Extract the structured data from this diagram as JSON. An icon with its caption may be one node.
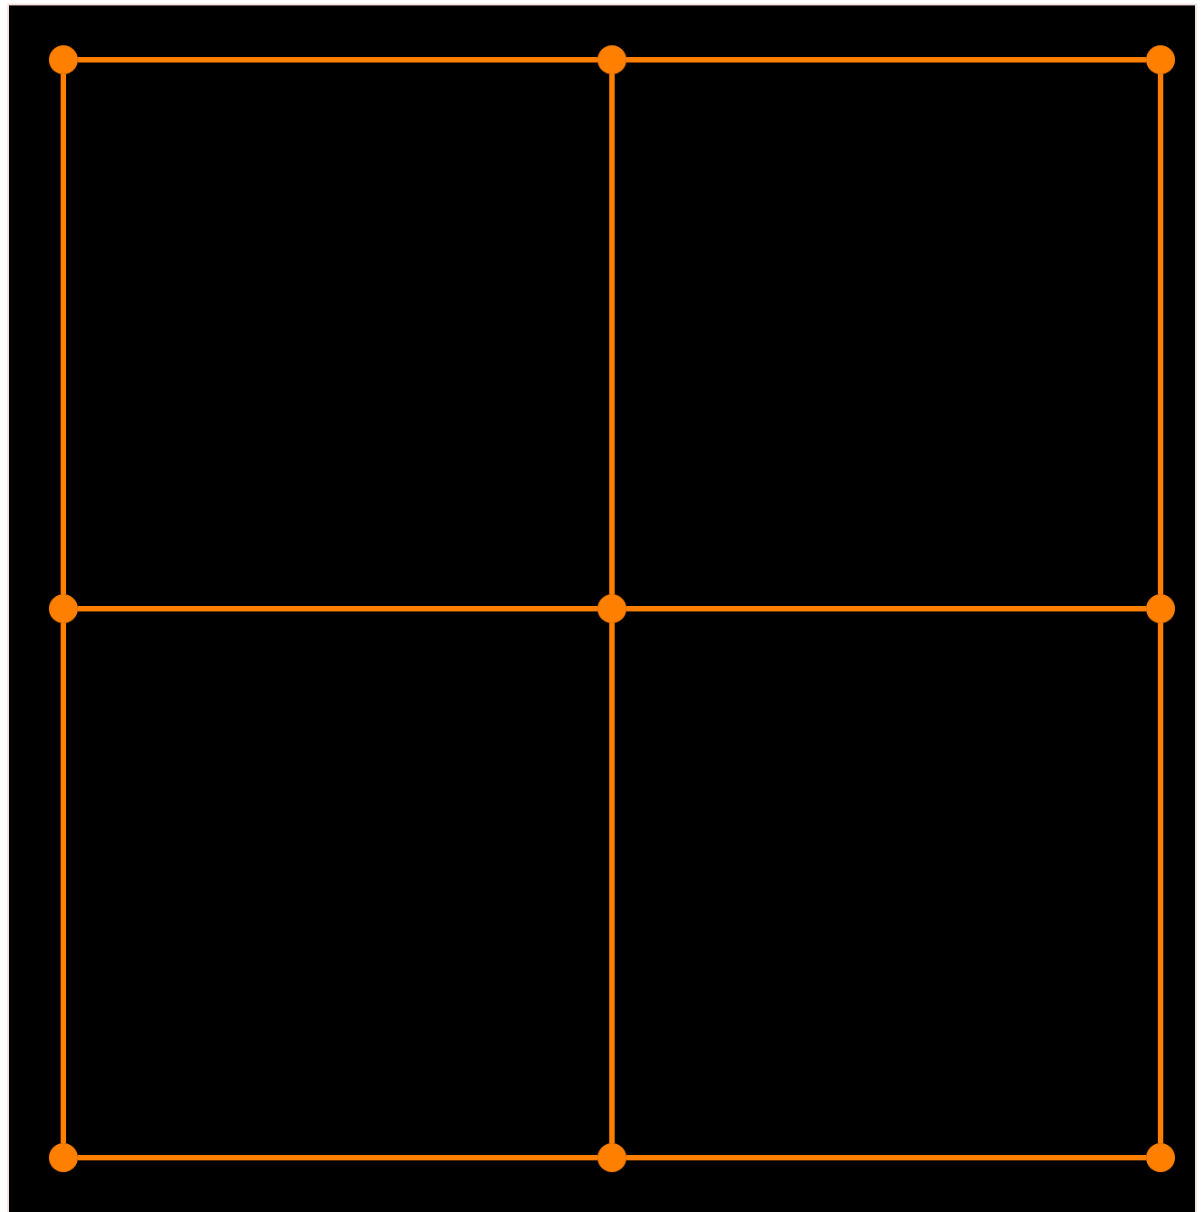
{
  "diagram": {
    "nodes": [
      {
        "text": [],
        "shape": "circle"
      },
      {
        "text": [],
        "shape": "circle"
      },
      {
        "text": [],
        "shape": "circle"
      },
      {
        "text": [],
        "shape": "circle"
      },
      {
        "text": [],
        "shape": "circle"
      },
      {
        "text": [],
        "shape": "circle"
      },
      {
        "text": [],
        "shape": "circle"
      },
      {
        "text": [],
        "shape": "circle"
      },
      {
        "text": [],
        "shape": "circle"
      }
    ],
    "edges": [
      {
        "from": 0,
        "to": 1,
        "arrow": "none"
      },
      {
        "from": 1,
        "to": 2,
        "arrow": "none"
      },
      {
        "from": 0,
        "to": 3,
        "arrow": "none"
      },
      {
        "from": 1,
        "to": 4,
        "arrow": "none"
      },
      {
        "from": 2,
        "to": 5,
        "arrow": "none"
      },
      {
        "from": 3,
        "to": 4,
        "arrow": "none"
      },
      {
        "from": 4,
        "to": 5,
        "arrow": "none"
      },
      {
        "from": 3,
        "to": 6,
        "arrow": "none"
      },
      {
        "from": 4,
        "to": 7,
        "arrow": "none"
      },
      {
        "from": 5,
        "to": 8,
        "arrow": "none"
      },
      {
        "from": 6,
        "to": 7,
        "arrow": "none"
      },
      {
        "from": 7,
        "to": 8,
        "arrow": "none"
      }
    ]
  }
}
